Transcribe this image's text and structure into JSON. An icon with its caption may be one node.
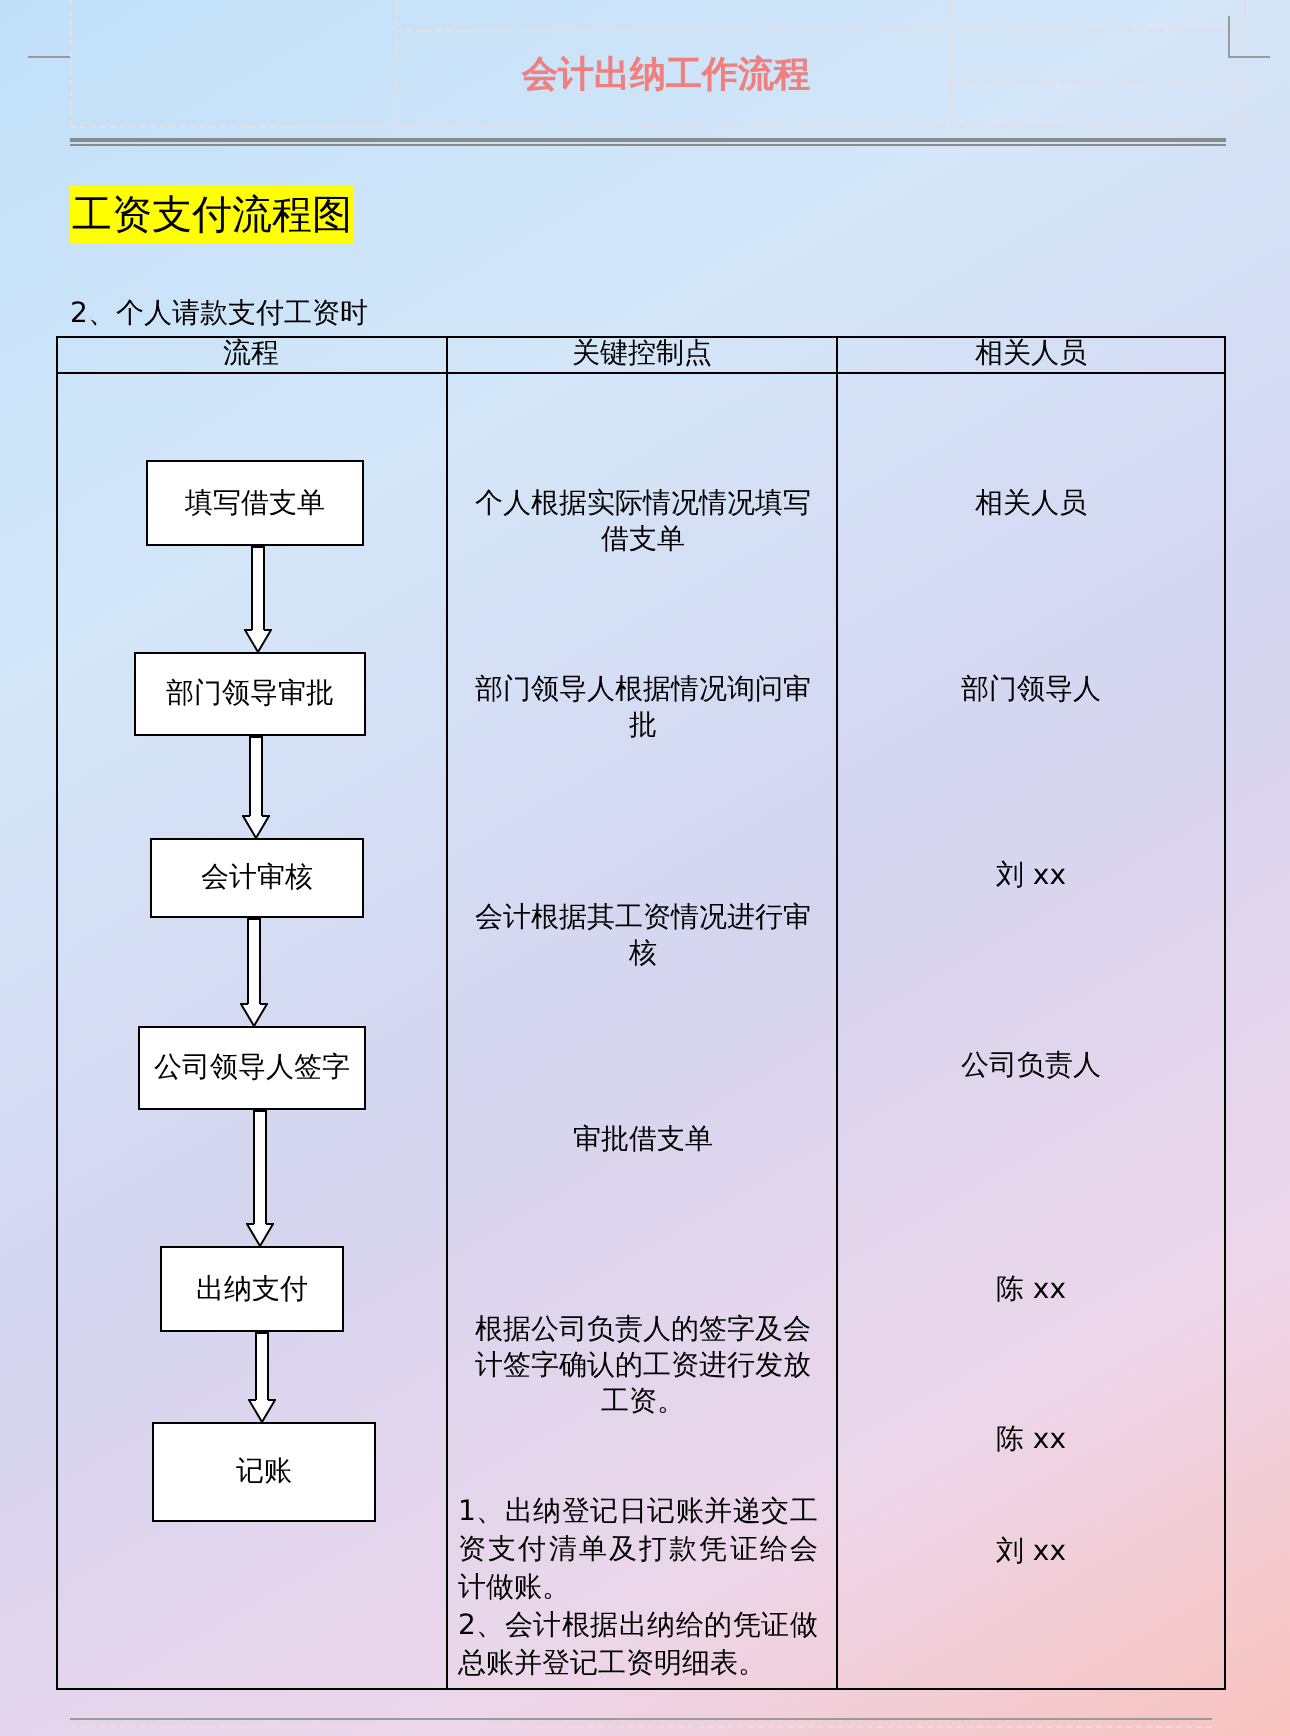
{
  "diagram": {
    "title": "工资支付流程图",
    "nodes": [
      {
        "text": [
          "填写借支单"
        ]
      },
      {
        "text": [
          "部门领导审批"
        ]
      },
      {
        "text": [
          "会计审核"
        ]
      },
      {
        "text": [
          "公司领导人签字"
        ]
      },
      {
        "text": [
          "出纳支付"
        ]
      },
      {
        "text": [
          "记账"
        ]
      }
    ],
    "edges": [
      {
        "from": 0,
        "to": 1,
        "arrow": "to"
      },
      {
        "from": 1,
        "to": 2,
        "arrow": "to"
      },
      {
        "from": 2,
        "to": 3,
        "arrow": "to"
      },
      {
        "from": 3,
        "to": 4,
        "arrow": "to"
      },
      {
        "from": 4,
        "to": 5,
        "arrow": "to"
      }
    ],
    "labels": [
      "会计出纳工作流程",
      "2、个人请款支付工资时",
      "流程",
      "关键控制点",
      "相关人员",
      "个人根据实际情况情况填写借支单",
      "相关人员",
      "部门领导人根据情况询问审批",
      "部门领导人",
      "刘 xx",
      "会计根据其工资情况进行审核",
      "公司负责人",
      "审批借支单",
      "陈 xx",
      "根据公司负责人的签字及会计签字确认的工资进行发放工资。",
      "陈 xx",
      "1、出纳登记日记账并递交工资支付清单及打款凭证给会计做账。",
      "刘 xx",
      "2、会计根据出纳给的凭证做总账并登记工资明细表。"
    ]
  }
}
